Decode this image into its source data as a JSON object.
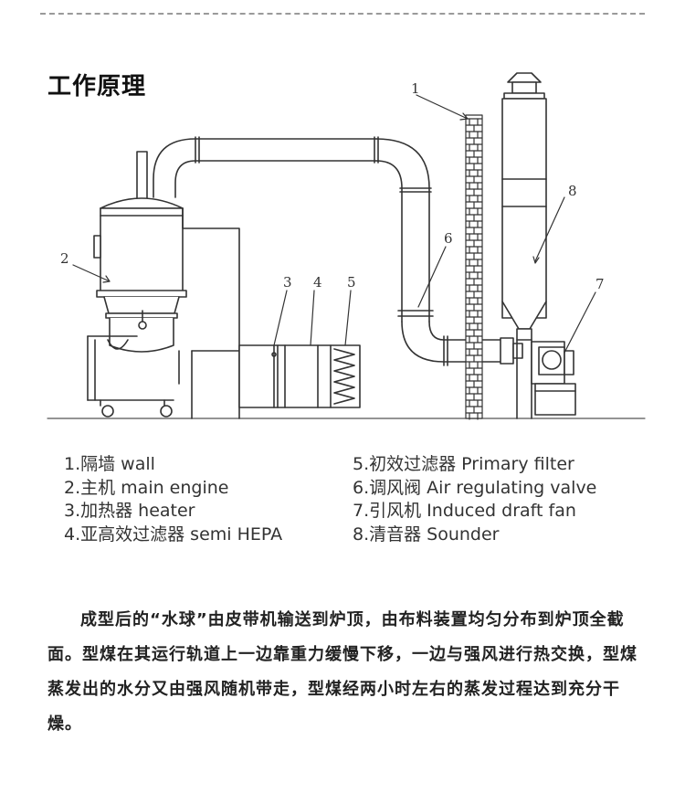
{
  "section_title": "工作原理",
  "diagram": {
    "callouts": [
      "1",
      "2",
      "3",
      "4",
      "5",
      "6",
      "7",
      "8"
    ]
  },
  "legend": {
    "left": [
      "1.隔墙 wall",
      "2.主机 main engine",
      "3.加热器 heater",
      "4.亚高效过滤器 semi HEPA"
    ],
    "right": [
      "5.初效过滤器 Primary filter",
      "6.调风阀 Air regulating valve",
      "7.引风机 Induced draft fan",
      "8.清音器 Sounder"
    ]
  },
  "description": "成型后的“水球”由皮带机输送到炉顶，由布料装置均匀分布到炉顶全截面。型煤在其运行轨道上一边靠重力缓慢下移，一边与强风进行热交换，型煤蒸发出的水分又由强风随机带走，型煤经两小时左右的蒸发过程达到充分干燥。"
}
